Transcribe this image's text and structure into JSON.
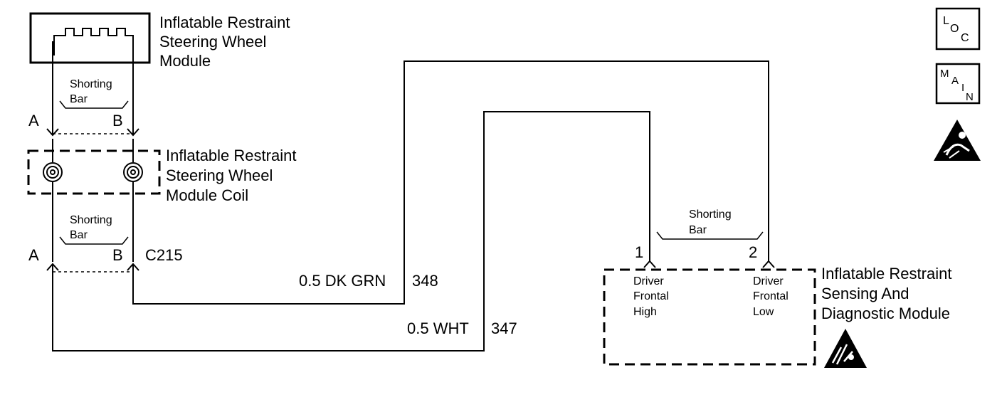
{
  "steering_wheel_module": {
    "label_lines": [
      "Inflatable Restraint",
      "Steering Wheel",
      "Module"
    ],
    "shorting_bar": [
      "Shorting",
      "Bar"
    ],
    "pin_a": "A",
    "pin_b": "B"
  },
  "module_coil": {
    "label_lines": [
      "Inflatable Restraint",
      "Steering Wheel",
      "Module Coil"
    ],
    "shorting_bar": [
      "Shorting",
      "Bar"
    ],
    "pin_a": "A",
    "pin_b": "B",
    "connector": "C215"
  },
  "wires": [
    {
      "gauge_color": "0.5 DK GRN",
      "circuit": "348"
    },
    {
      "gauge_color": "0.5 WHT",
      "circuit": "347"
    }
  ],
  "sdm": {
    "label_lines": [
      "Inflatable Restraint",
      "Sensing And",
      "Diagnostic Module"
    ],
    "shorting_bar": [
      "Shorting",
      "Bar"
    ],
    "pin1": "1",
    "pin2": "2",
    "pin1_lines": [
      "Driver",
      "Frontal",
      "High"
    ],
    "pin2_lines": [
      "Driver",
      "Frontal",
      "Low"
    ]
  },
  "icons": {
    "loc": {
      "letters": [
        "L",
        "O",
        "C"
      ]
    },
    "main": {
      "letters": [
        "M",
        "A",
        "I",
        "N"
      ]
    },
    "warning_icon": "airbag-warning-icon",
    "esd_icon": "esd-warning-icon"
  }
}
